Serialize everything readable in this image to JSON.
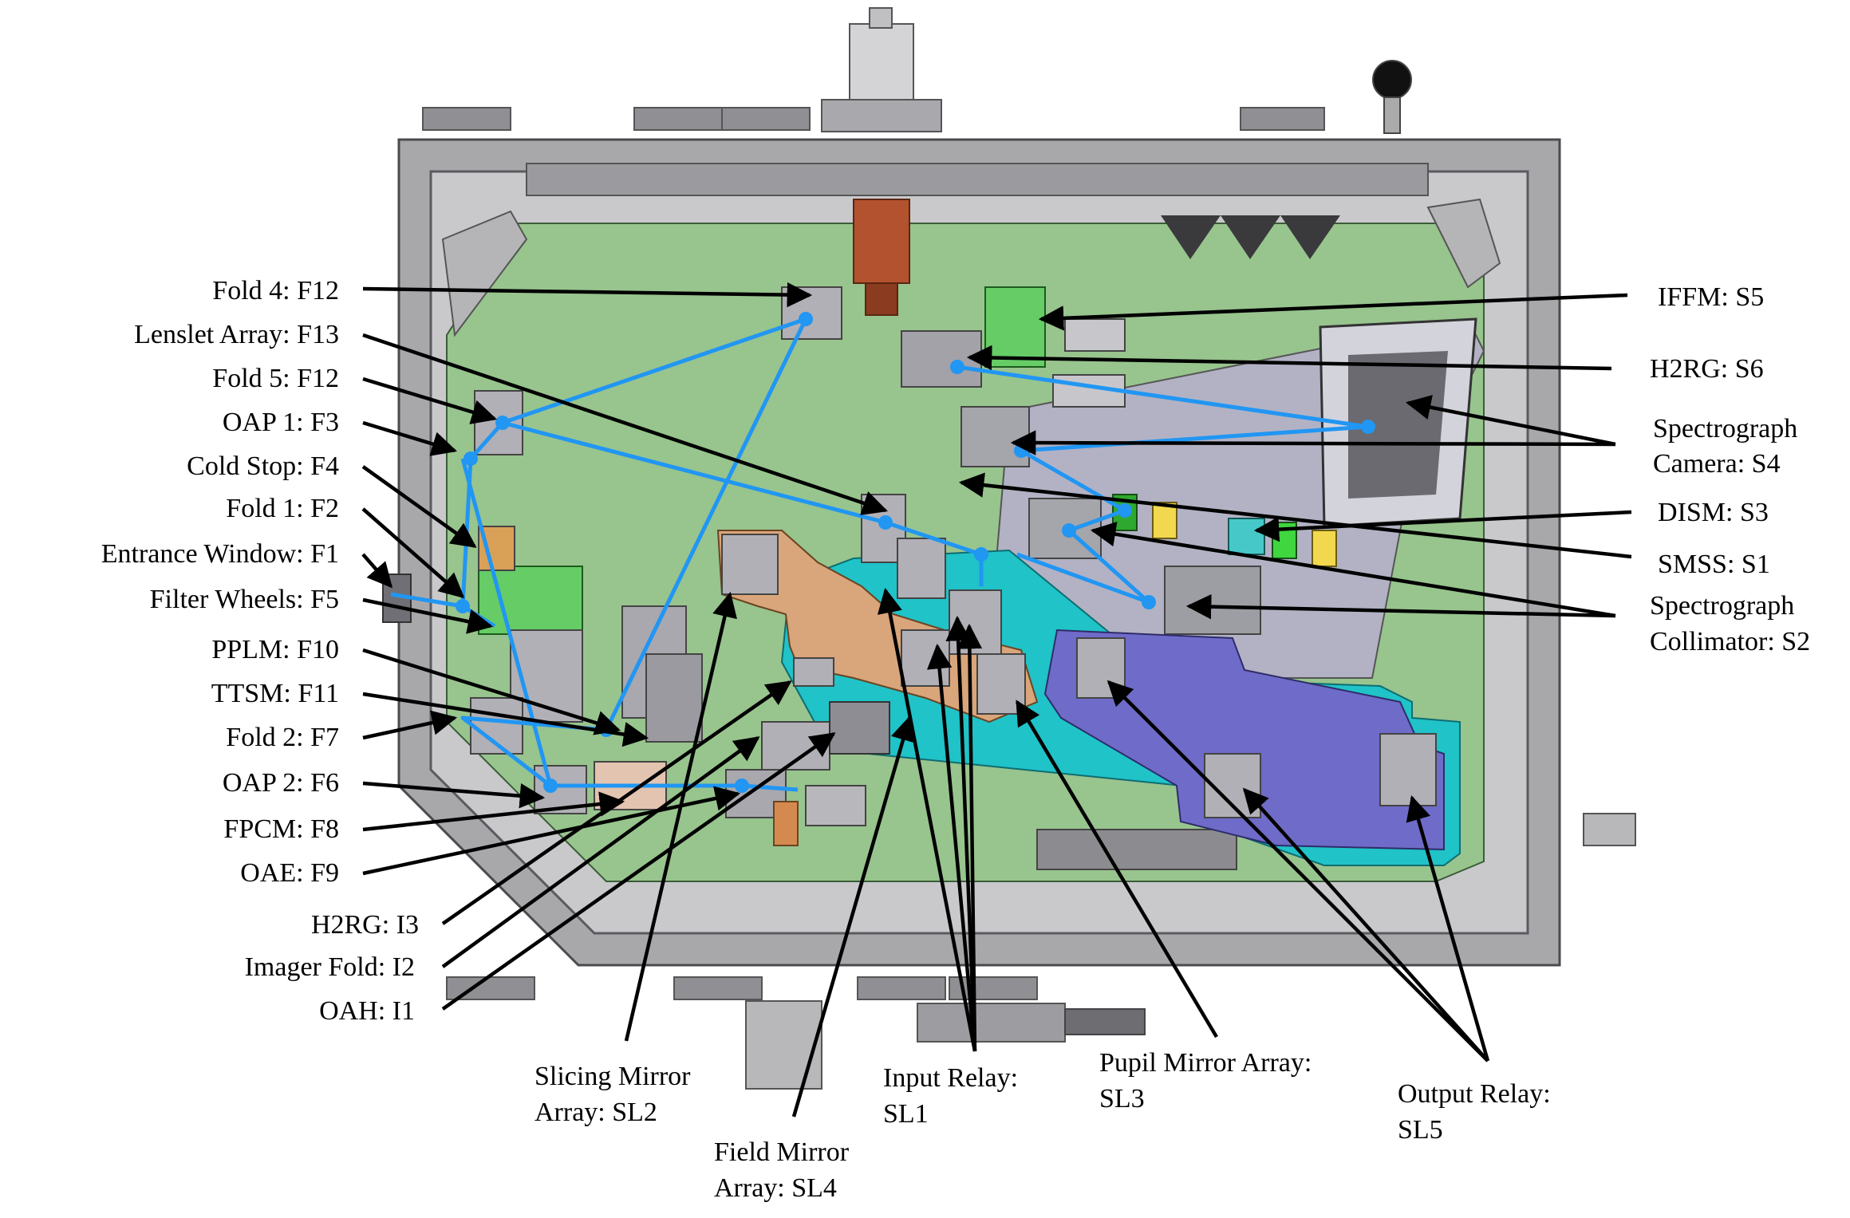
{
  "labels": {
    "fold4": "Fold 4: F12",
    "lenslet": "Lenslet Array: F13",
    "fold5": "Fold 5: F12",
    "oap1": "OAP 1: F3",
    "coldstop": "Cold Stop: F4",
    "fold1": "Fold 1: F2",
    "entrance": "Entrance Window: F1",
    "filter": "Filter Wheels: F5",
    "pplm": "PPLM: F10",
    "ttsm": "TTSM: F11",
    "fold2": "Fold 2: F7",
    "oap2": "OAP 2: F6",
    "fpcm": "FPCM: F8",
    "oae": "OAE: F9",
    "h2rg_i3": "H2RG: I3",
    "imager_fold": "Imager Fold: I2",
    "oah": "OAH: I1",
    "slicing_l1": "Slicing Mirror",
    "slicing_l2": "Array: SL2",
    "field_l1": "Field Mirror",
    "field_l2": "Array: SL4",
    "input_l1": "Input Relay:",
    "input_l2": "SL1",
    "pupil_l1": "Pupil Mirror Array:",
    "pupil_l2": "SL3",
    "output_l1": "Output Relay:",
    "output_l2": "SL5",
    "iffm": "IFFM: S5",
    "h2rg_s6": "H2RG: S6",
    "spec_cam_l1": "Spectrograph",
    "spec_cam_l2": "Camera: S4",
    "dism": "DISM: S3",
    "smss": "SMSS: S1",
    "spec_col_l1": "Spectrograph",
    "spec_col_l2": "Collimator: S2"
  },
  "colors": {
    "bench_green": "#98c48e",
    "beam_blue": "#2196f3",
    "slicer_orange": "#d9a57a",
    "relay_cyan": "#1fc3c8",
    "output_purple": "#6f6bc8",
    "frame_gray": "#a8a8ab",
    "wall_gray": "#c9c9cc",
    "module_green": "#66cc66"
  }
}
